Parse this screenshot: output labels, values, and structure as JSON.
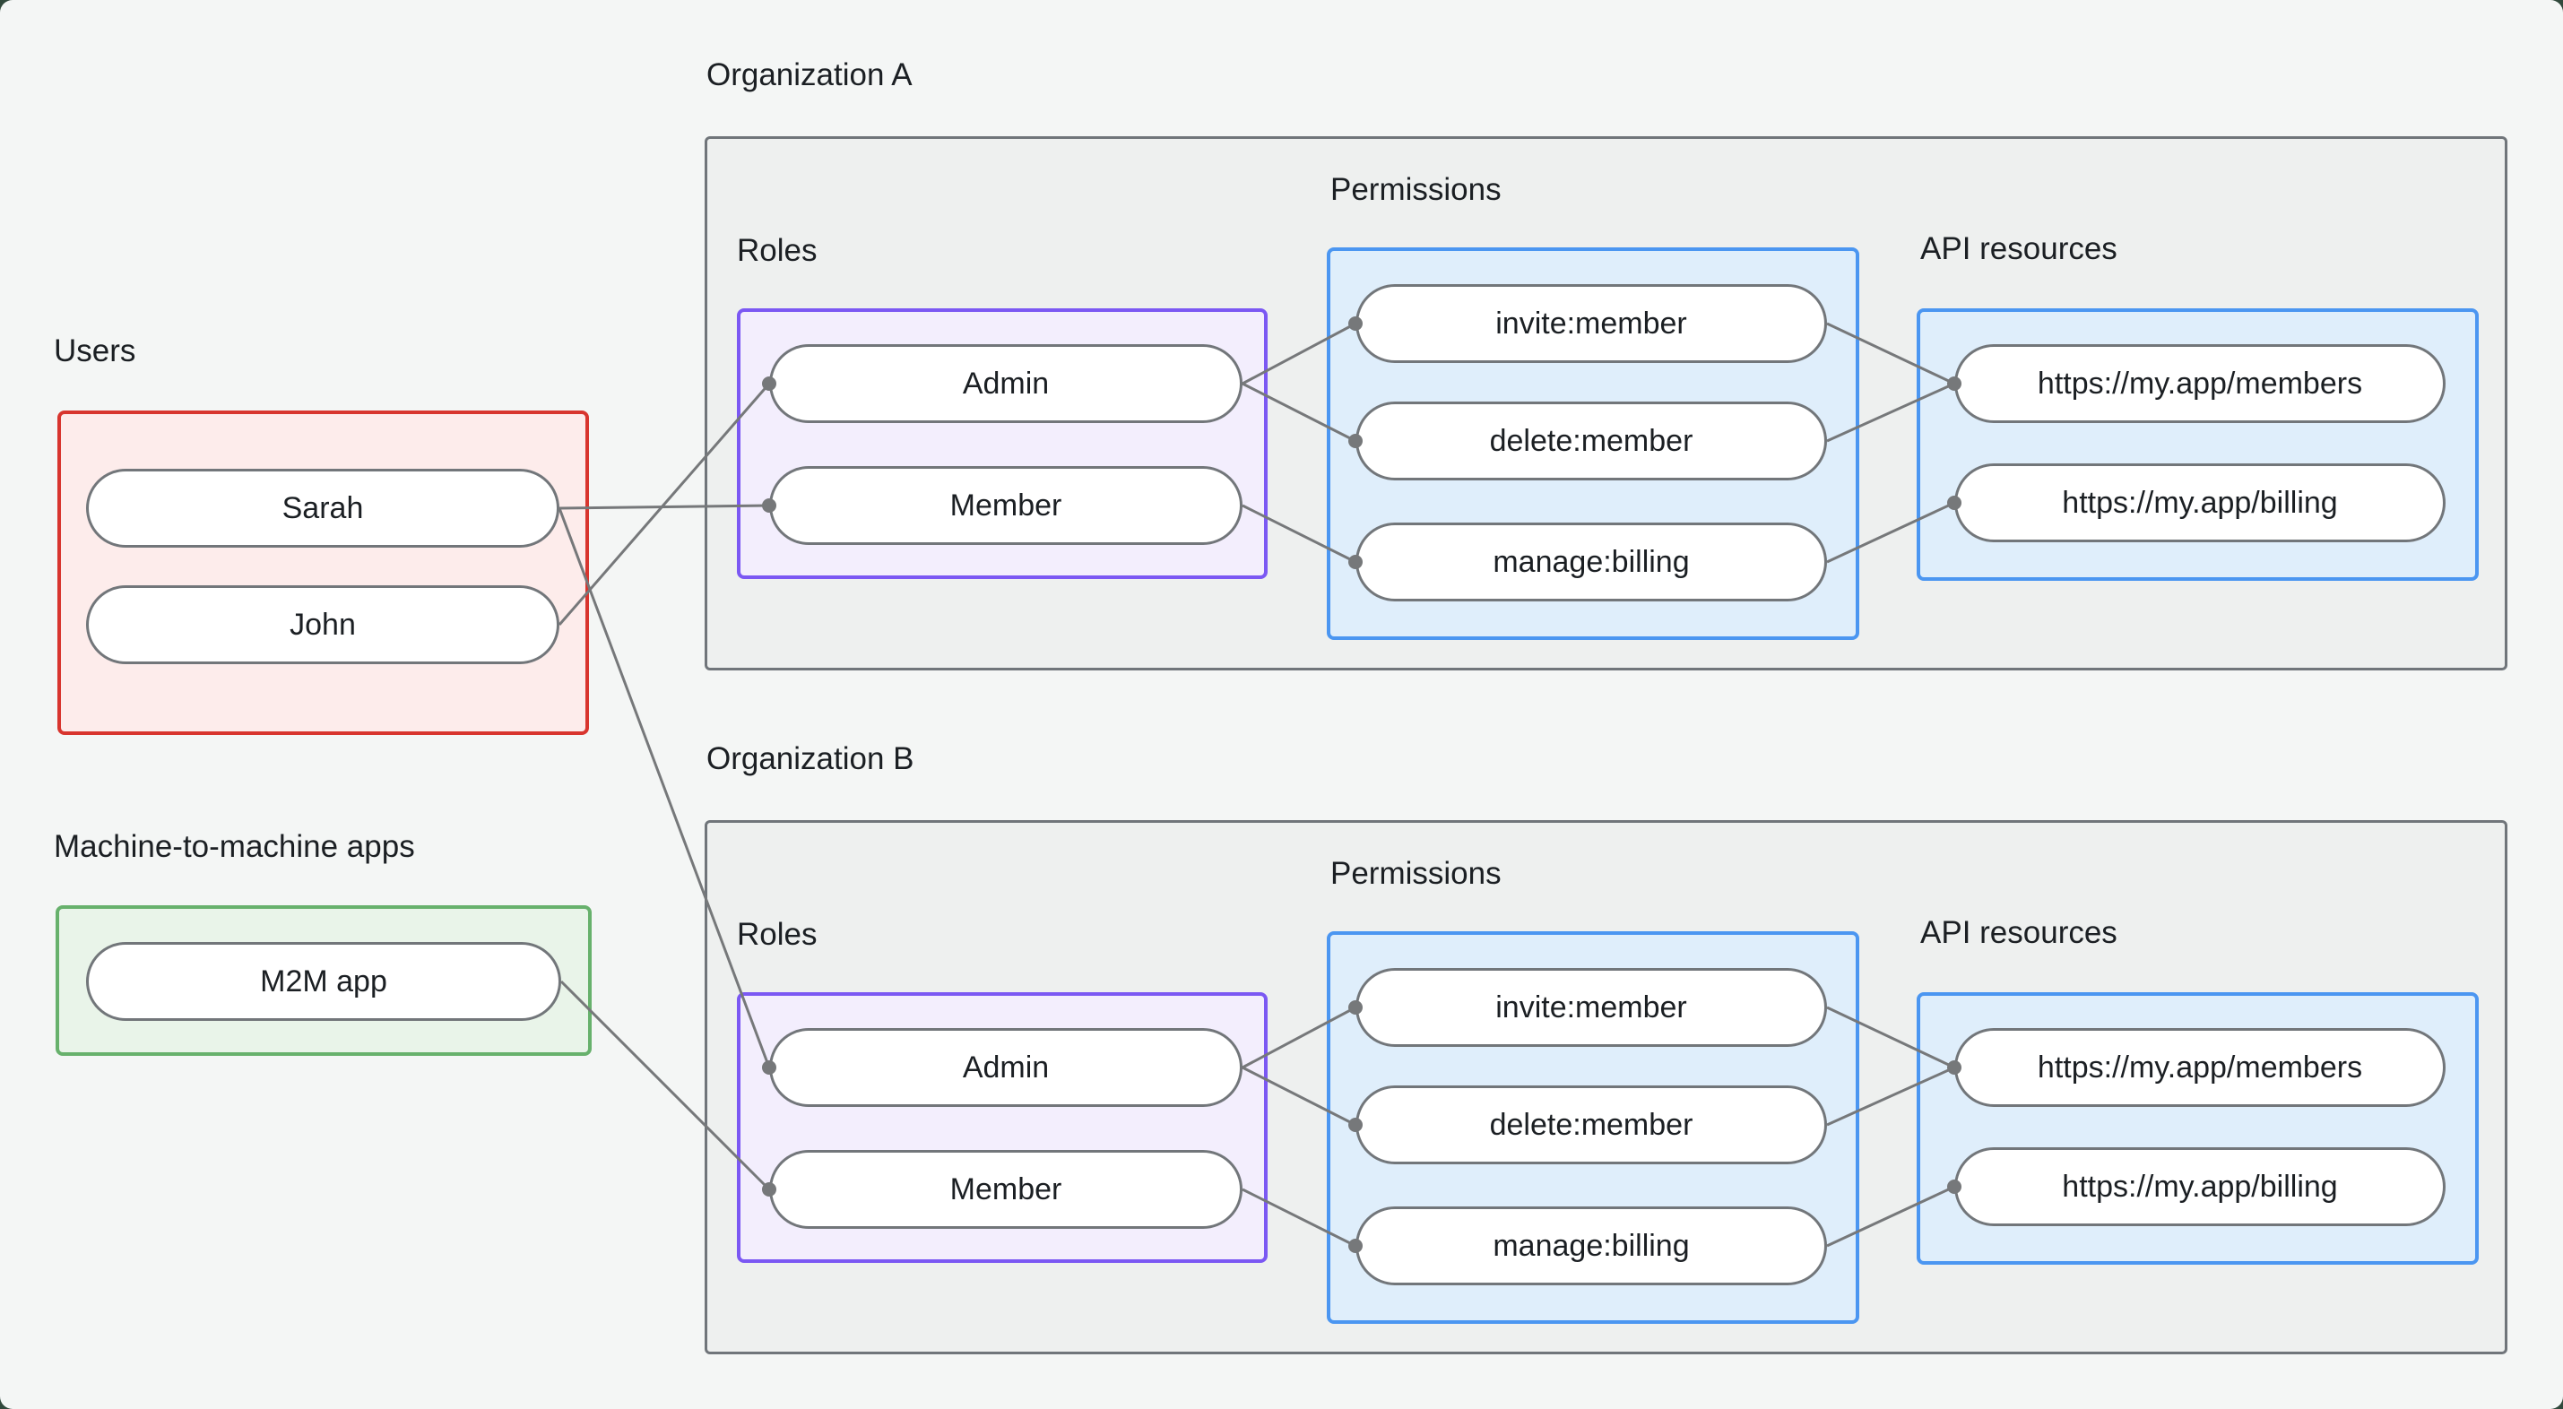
{
  "labels": {
    "users": "Users",
    "m2m": "Machine-to-machine apps"
  },
  "left": {
    "users": [
      {
        "label": "Sarah"
      },
      {
        "label": "John"
      }
    ],
    "m2m_apps": [
      {
        "label": "M2M app"
      }
    ]
  },
  "orgs": [
    {
      "title": "Organization A",
      "roles_label": "Roles",
      "permissions_label": "Permissions",
      "api_label": "API resources",
      "roles": [
        {
          "label": "Admin"
        },
        {
          "label": "Member"
        }
      ],
      "permissions": [
        {
          "label": "invite:member"
        },
        {
          "label": "delete:member"
        },
        {
          "label": "manage:billing"
        }
      ],
      "api_resources": [
        {
          "label": "https://my.app/members"
        },
        {
          "label": "https://my.app/billing"
        }
      ]
    },
    {
      "title": "Organization B",
      "roles_label": "Roles",
      "permissions_label": "Permissions",
      "api_label": "API resources",
      "roles": [
        {
          "label": "Admin"
        },
        {
          "label": "Member"
        }
      ],
      "permissions": [
        {
          "label": "invite:member"
        },
        {
          "label": "delete:member"
        },
        {
          "label": "manage:billing"
        }
      ],
      "api_resources": [
        {
          "label": "https://my.app/members"
        },
        {
          "label": "https://my.app/billing"
        }
      ]
    }
  ],
  "connections": [
    {
      "from": "Sarah",
      "to": "Organization A / Member"
    },
    {
      "from": "John",
      "to": "Organization A / Admin"
    },
    {
      "from": "Sarah",
      "to": "Organization B / Admin"
    },
    {
      "from": "M2M app",
      "to": "Organization B / Member"
    },
    {
      "from": "Organization A / Admin",
      "to": "Organization A / invite:member"
    },
    {
      "from": "Organization A / Admin",
      "to": "Organization A / delete:member"
    },
    {
      "from": "Organization A / Member",
      "to": "Organization A / manage:billing"
    },
    {
      "from": "Organization A / invite:member",
      "to": "Organization A / https://my.app/members"
    },
    {
      "from": "Organization A / delete:member",
      "to": "Organization A / https://my.app/members"
    },
    {
      "from": "Organization A / manage:billing",
      "to": "Organization A / https://my.app/billing"
    },
    {
      "from": "Organization B / Admin",
      "to": "Organization B / invite:member"
    },
    {
      "from": "Organization B / Admin",
      "to": "Organization B / delete:member"
    },
    {
      "from": "Organization B / Member",
      "to": "Organization B / manage:billing"
    },
    {
      "from": "Organization B / invite:member",
      "to": "Organization B / https://my.app/members"
    },
    {
      "from": "Organization B / delete:member",
      "to": "Organization B / https://my.app/members"
    },
    {
      "from": "Organization B / manage:billing",
      "to": "Organization B / https://my.app/billing"
    }
  ],
  "colors": {
    "background": "#f4f6f5",
    "corner_backdrop": "#31493c",
    "org_box_fill": "#eef0ef",
    "org_box_border": "#70757a",
    "users_fill": "#fdeceb",
    "users_border": "#d8352e",
    "m2m_fill": "#e9f4e9",
    "m2m_border": "#67b16c",
    "roles_fill": "#f3eefd",
    "roles_border": "#7b58f3",
    "permissions_fill": "#dfeefb",
    "permissions_border": "#4b96f1",
    "node_fill": "#ffffff",
    "node_border": "#72767a",
    "connector": "#76787a",
    "text": "#1b1f23"
  }
}
